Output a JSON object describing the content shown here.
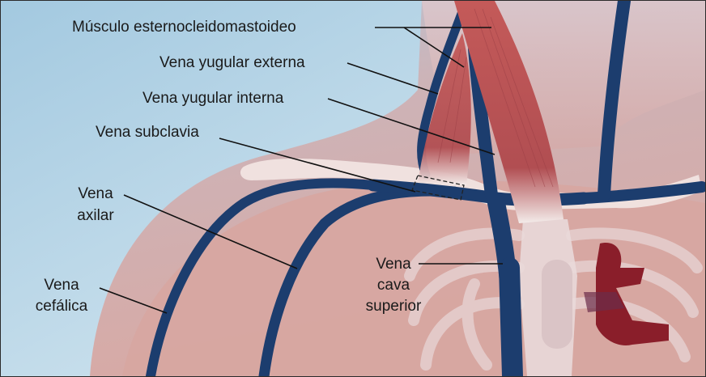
{
  "labels": {
    "scm": "Músculo esternocleidomastoideo",
    "ext_jugular": "Vena yugular externa",
    "int_jugular": "Vena yugular interna",
    "subclavian": "Vena subclavia",
    "axillary_1": "Vena",
    "axillary_2": "axilar",
    "cephalic_1": "Vena",
    "cephalic_2": "cefálica",
    "svc_1": "Vena",
    "svc_2": "cava",
    "svc_3": "superior"
  },
  "colors": {
    "vein": "#1c3d6e",
    "muscle": "#b24a4d",
    "skin": "#d9b5b3",
    "bone": "#ecdcdc",
    "heart": "#8a1e2a",
    "background_top": "#a8cde3"
  }
}
